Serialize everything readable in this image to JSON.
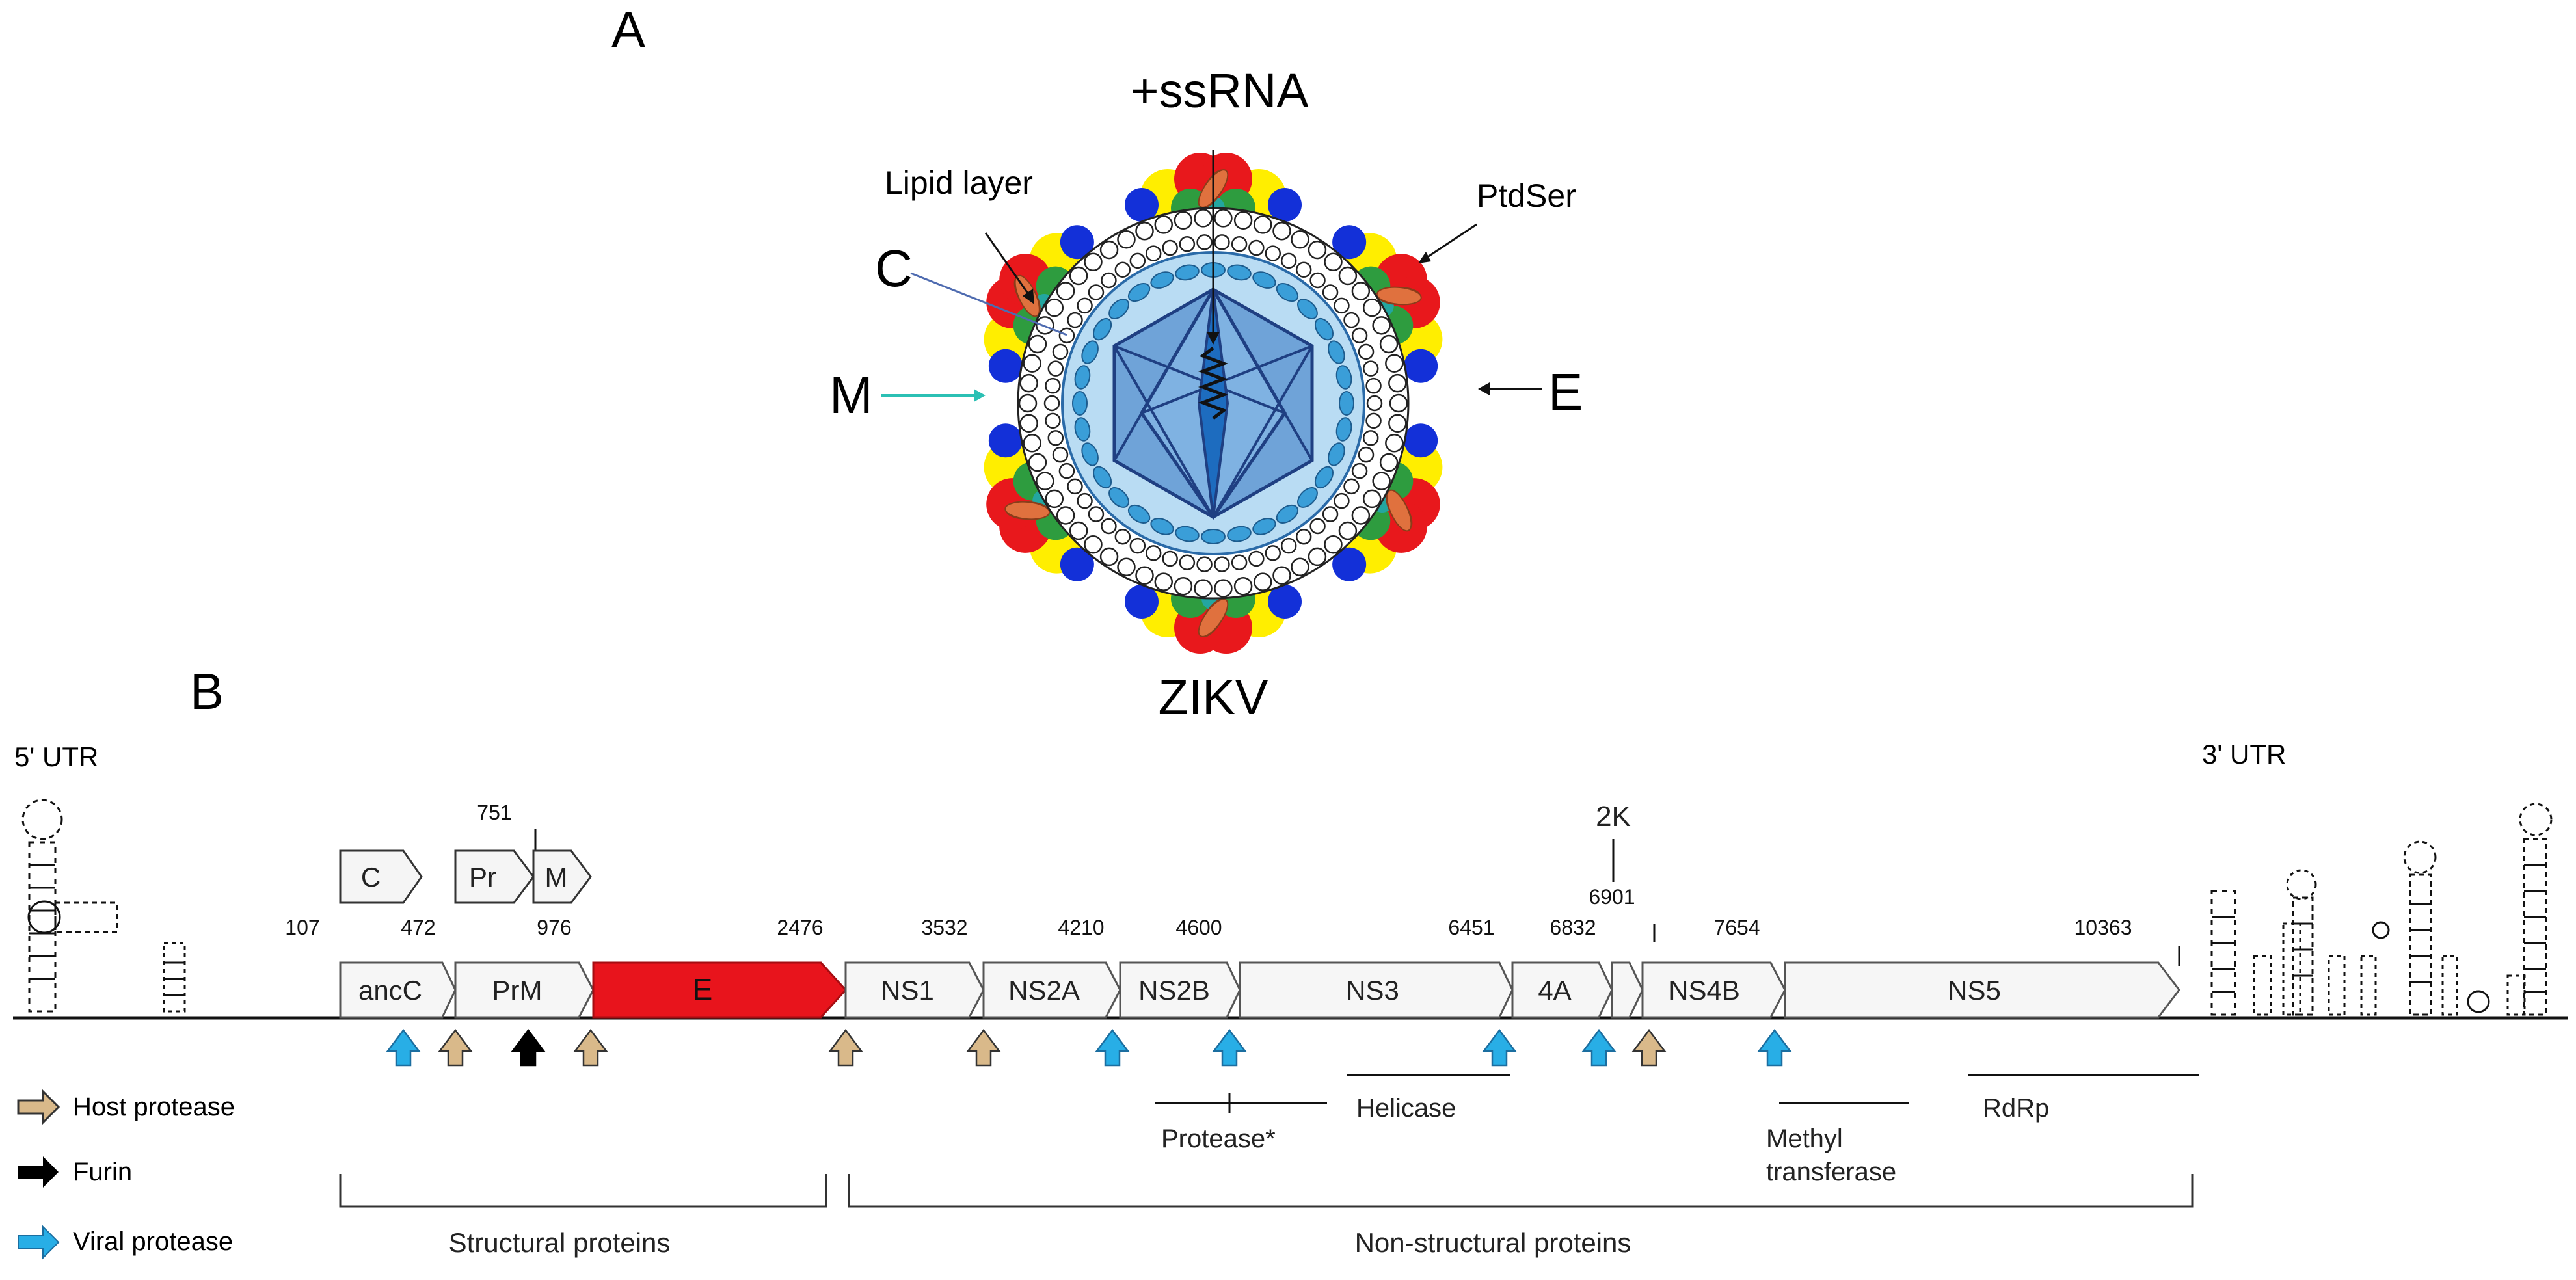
{
  "panel_a": {
    "label": "A",
    "virion_name": "ZIKV",
    "labels": {
      "ssrna": "+ssRNA",
      "lipid_layer": "Lipid layer",
      "ptdser": "PtdSer",
      "c": "C",
      "m": "M",
      "e": "E"
    },
    "colors": {
      "envelope_red": "#e8181c",
      "envelope_yellow": "#ffee00",
      "envelope_blue": "#1330d8",
      "envelope_green": "#2e9c3f",
      "m_protein_teal": "#23a6a0",
      "ptdser_orange": "#e0713e",
      "capsid_blue": "#3a9ed8",
      "capsid_light": "#b9dcf3",
      "nucleocapsid_blue": "#6fa3d8",
      "m_arrow_teal": "#2bc0b4"
    }
  },
  "panel_b": {
    "label": "B",
    "utr5": "5' UTR",
    "utr3": "3' UTR",
    "numbers": {
      "n107": "107",
      "n472": "472",
      "n976": "976",
      "n2476": "2476",
      "n3532": "3532",
      "n4210": "4210",
      "n4600": "4600",
      "n6451": "6451",
      "n6832": "6832",
      "n6901": "6901",
      "n7654": "7654",
      "n10363": "10363",
      "n751": "751"
    },
    "genes": {
      "ancC": "ancC",
      "prM": "PrM",
      "E": "E",
      "NS1": "NS1",
      "NS2A": "NS2A",
      "NS2B": "NS2B",
      "NS3": "NS3",
      "4A": "4A",
      "NS4B": "NS4B",
      "NS5": "NS5"
    },
    "upper_boxes": {
      "C": "C",
      "Pr": "Pr",
      "M": "M",
      "2K": "2K"
    },
    "domains": {
      "protease": "Protease*",
      "helicase": "Helicase",
      "methyl": "Methyl",
      "transferase": "transferase",
      "rdrp": "RdRp"
    },
    "groups": {
      "structural": "Structural proteins",
      "nonstructural": "Non-structural proteins"
    },
    "legend": [
      {
        "label": "Host protease",
        "icon": "host-protease-arrow-icon",
        "color": "#d9b98a"
      },
      {
        "label": "Furin",
        "icon": "furin-arrow-icon",
        "color": "#000000"
      },
      {
        "label": "Viral protease",
        "icon": "viral-protease-arrow-icon",
        "color": "#28aee6"
      }
    ],
    "colors": {
      "E_fill": "#e8141c",
      "host_protease": "#d9b98a",
      "furin": "#000000",
      "viral_protease": "#28aee6"
    }
  }
}
